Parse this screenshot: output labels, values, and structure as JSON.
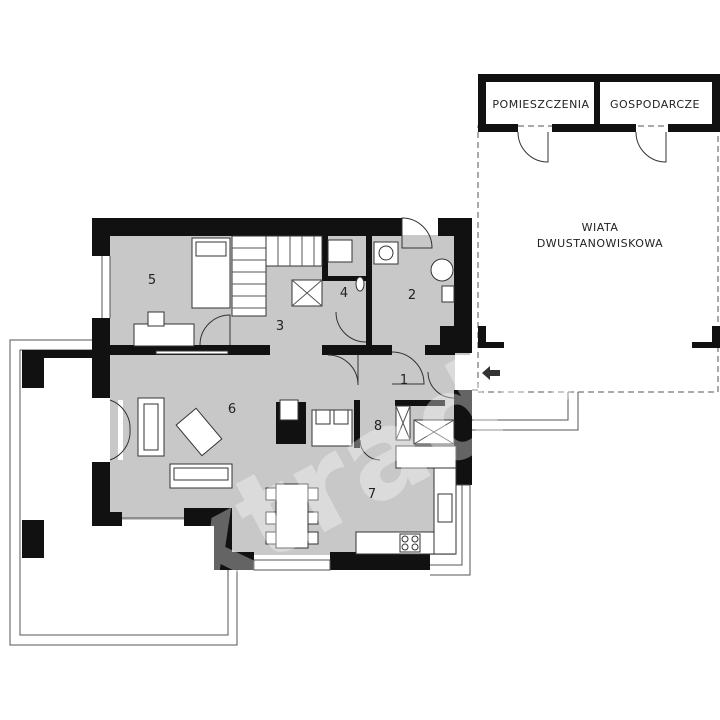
{
  "plan": {
    "storage_label_left": "POMIESZCZENIA",
    "storage_label_right": "GOSPODARCZE",
    "carport_label_line1": "WIATA",
    "carport_label_line2": "DWUSTANOWISKOWA",
    "rooms": [
      {
        "number": "1"
      },
      {
        "number": "2"
      },
      {
        "number": "3"
      },
      {
        "number": "4"
      },
      {
        "number": "5"
      },
      {
        "number": "6"
      },
      {
        "number": "7"
      },
      {
        "number": "8"
      }
    ],
    "watermark": "extradom",
    "colors": {
      "floor": "#c8c8c8",
      "wall": "#111111",
      "line": "#555555"
    }
  }
}
